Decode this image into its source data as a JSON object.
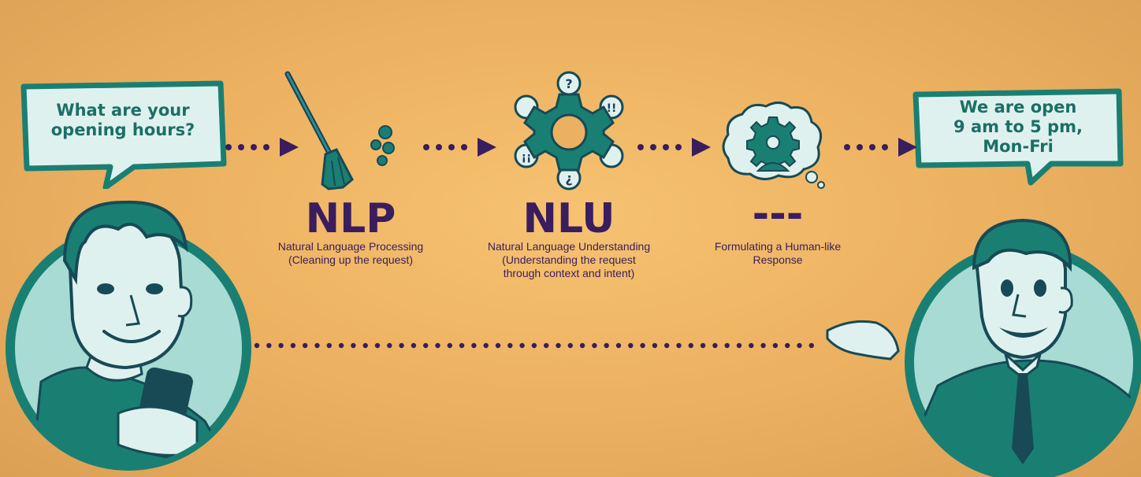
{
  "user_bubble": {
    "line1": "What are your",
    "line2": "opening hours?"
  },
  "bot_bubble": {
    "line1": "We are open",
    "line2": "9 am to 5 pm,",
    "line3": "Mon-Fri"
  },
  "steps": [
    {
      "title": "NLP",
      "desc_line1": "Natural Language Processing",
      "desc_line2": "(Cleaning up the request)",
      "desc_line3": ""
    },
    {
      "title": "NLU",
      "desc_line1": "Natural Language Understanding",
      "desc_line2": "(Understanding the request",
      "desc_line3": "through context and intent)"
    },
    {
      "title": "---",
      "desc_line1": "Formulating a Human-like",
      "desc_line2": "Response",
      "desc_line3": ""
    }
  ],
  "colors": {
    "background": "#f0b968",
    "teal": "#1a7f73",
    "light_teal": "#dff1ee",
    "purple": "#3a1d5e"
  },
  "icons": [
    "broom-icon",
    "gear-icon",
    "thought-gear-icon",
    "arrow-right-icon"
  ]
}
